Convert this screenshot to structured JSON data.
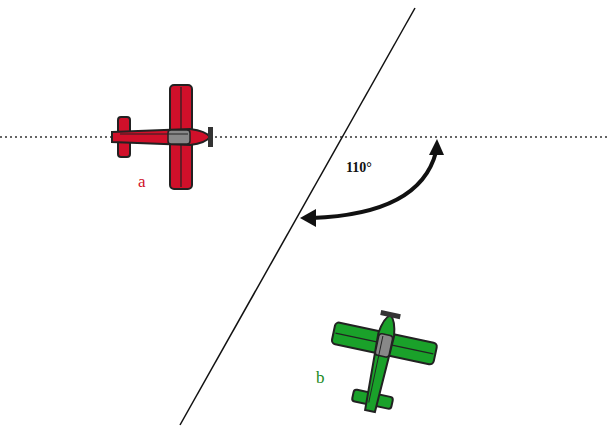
{
  "diagram": {
    "labels": [
      "a",
      "110°",
      "b"
    ]
  }
}
